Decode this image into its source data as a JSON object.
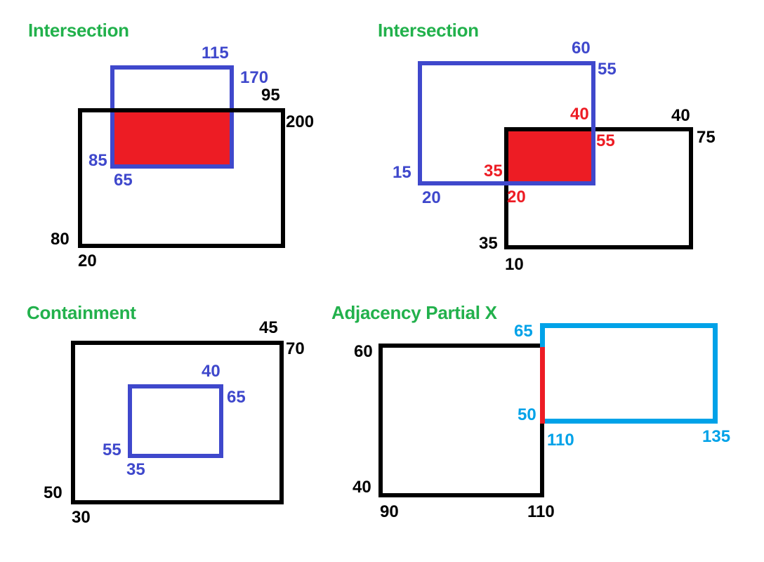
{
  "colors": {
    "background": "#FFFFFF",
    "title_green": "#22B14C",
    "rect_blue": "#3F48CC",
    "rect_black": "#000000",
    "rect_cyan": "#00A2E8",
    "overlap_red": "#ED1C24"
  },
  "panels": [
    {
      "title": "Intersection",
      "description_roles": "blue rectangle intersecting black rectangle, intersection filled red",
      "labels": [
        {
          "text": "115",
          "color": "blue",
          "role": "blue-rect-top-right-x"
        },
        {
          "text": "170",
          "color": "blue",
          "role": "blue-rect-top-right-y"
        },
        {
          "text": "95",
          "color": "black",
          "role": "black-rect-top-right-x"
        },
        {
          "text": "200",
          "color": "black",
          "role": "black-rect-top-right-y"
        },
        {
          "text": "85",
          "color": "blue",
          "role": "blue-rect-bottom-left-y"
        },
        {
          "text": "65",
          "color": "blue",
          "role": "blue-rect-bottom-left-x"
        },
        {
          "text": "80",
          "color": "black",
          "role": "black-rect-bottom-left-y"
        },
        {
          "text": "20",
          "color": "black",
          "role": "black-rect-bottom-left-x"
        }
      ]
    },
    {
      "title": "Intersection",
      "description_roles": "blue rectangle intersecting black rectangle, intersection filled red with red corner labels",
      "labels": [
        {
          "text": "60",
          "color": "blue",
          "role": "blue-rect-top-right-x"
        },
        {
          "text": "55",
          "color": "blue",
          "role": "blue-rect-top-right-y"
        },
        {
          "text": "40",
          "color": "red",
          "role": "red-overlap-top-right-x"
        },
        {
          "text": "40",
          "color": "black",
          "role": "black-rect-top-right-x"
        },
        {
          "text": "75",
          "color": "black",
          "role": "black-rect-top-right-y"
        },
        {
          "text": "55",
          "color": "red",
          "role": "red-overlap-top-right-y"
        },
        {
          "text": "35",
          "color": "red",
          "role": "red-overlap-bottom-left-y"
        },
        {
          "text": "15",
          "color": "blue",
          "role": "blue-rect-bottom-left-y"
        },
        {
          "text": "20",
          "color": "blue",
          "role": "blue-rect-bottom-left-x"
        },
        {
          "text": "20",
          "color": "red",
          "role": "red-overlap-bottom-left-x"
        },
        {
          "text": "35",
          "color": "black",
          "role": "black-rect-bottom-left-y"
        },
        {
          "text": "10",
          "color": "black",
          "role": "black-rect-bottom-left-x"
        }
      ]
    },
    {
      "title": "Containment",
      "description_roles": "blue rectangle fully contained inside black rectangle",
      "labels": [
        {
          "text": "45",
          "color": "black",
          "role": "black-rect-top-right-x"
        },
        {
          "text": "70",
          "color": "black",
          "role": "black-rect-top-right-y"
        },
        {
          "text": "40",
          "color": "blue",
          "role": "blue-rect-top-right-x"
        },
        {
          "text": "65",
          "color": "blue",
          "role": "blue-rect-top-right-y"
        },
        {
          "text": "55",
          "color": "blue",
          "role": "blue-rect-bottom-left-y"
        },
        {
          "text": "35",
          "color": "blue",
          "role": "blue-rect-bottom-left-x"
        },
        {
          "text": "50",
          "color": "black",
          "role": "black-rect-bottom-left-y"
        },
        {
          "text": "30",
          "color": "black",
          "role": "black-rect-bottom-left-x"
        }
      ]
    },
    {
      "title": "Adjacency Partial X",
      "description_roles": "black rectangle and cyan rectangle sharing part of a vertical edge, shared segment drawn red",
      "labels": [
        {
          "text": "65",
          "color": "cyan",
          "role": "cyan-rect-top-left-y"
        },
        {
          "text": "60",
          "color": "black",
          "role": "black-rect-top-left-y"
        },
        {
          "text": "50",
          "color": "cyan",
          "role": "cyan-rect-bottom-left-y"
        },
        {
          "text": "110",
          "color": "cyan",
          "role": "cyan-rect-bottom-left-x"
        },
        {
          "text": "135",
          "color": "cyan",
          "role": "cyan-rect-bottom-right-x"
        },
        {
          "text": "40",
          "color": "black",
          "role": "black-rect-bottom-left-y"
        },
        {
          "text": "90",
          "color": "black",
          "role": "black-rect-bottom-left-x"
        },
        {
          "text": "110",
          "color": "black",
          "role": "black-rect-bottom-right-x"
        }
      ]
    }
  ]
}
